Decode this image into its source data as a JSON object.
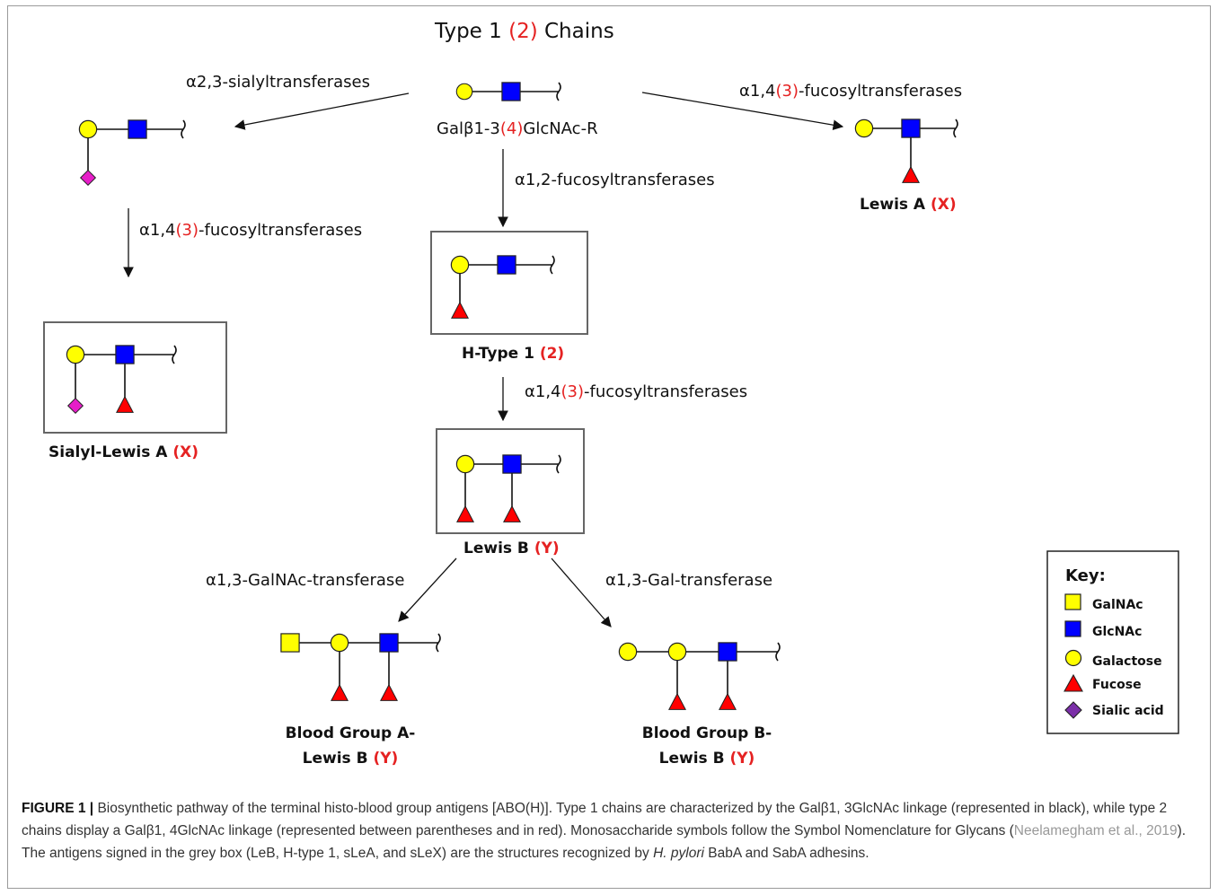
{
  "title": {
    "pre": "Type 1 ",
    "red": "(2)",
    "post": " Chains"
  },
  "source": {
    "pre": "Galβ1-3",
    "red": "(4)",
    "post": "GlcNAc-R"
  },
  "enzymes": {
    "sialyl": "α2,3-sialyltransferases",
    "fuc14_top": {
      "pre": "α1,4",
      "red": "(3)",
      "post": "-fucosyltransferases"
    },
    "fuc12": "α1,2-fucosyltransferases",
    "fuc14_left": {
      "pre": "α1,4",
      "red": "(3)",
      "post": "-fucosyltransferases"
    },
    "fuc14_mid": {
      "pre": "α1,4",
      "red": "(3)",
      "post": "-fucosyltransferases"
    },
    "galnac_t": "α1,3-GalNAc-transferase",
    "gal_t": "α1,3-Gal-transferase"
  },
  "labels": {
    "lewis_a": {
      "pre": "Lewis A ",
      "red": "(X)"
    },
    "h_type": {
      "pre": "H-Type 1 ",
      "red": "(2)"
    },
    "sialyl_lewis": {
      "pre": "Sialyl-Lewis A ",
      "red": "(X)"
    },
    "lewis_b": {
      "pre": "Lewis B ",
      "red": "(Y)"
    },
    "bga_line1": "Blood Group A-",
    "bga_line2": {
      "pre": "Lewis B ",
      "red": "(Y)"
    },
    "bgb_line1": "Blood Group B-",
    "bgb_line2": {
      "pre": "Lewis B ",
      "red": "(Y)"
    }
  },
  "key": {
    "title": "Key:",
    "items": [
      {
        "label": "GalNAc",
        "shape": "square",
        "color": "#ffff00"
      },
      {
        "label": "GlcNAc",
        "shape": "square",
        "color": "#0000ff"
      },
      {
        "label": "Galactose",
        "shape": "circle",
        "color": "#ffff00"
      },
      {
        "label": "Fucose",
        "shape": "triangle",
        "color": "#ff0000"
      },
      {
        "label": "Sialic acid",
        "shape": "diamond",
        "color": "#7b2fa8"
      }
    ]
  },
  "colors": {
    "galactose": "#ffff00",
    "glcnac": "#0000ff",
    "galnac": "#ffff00",
    "fucose": "#ff0000",
    "sialic_chain": "#e61ec8",
    "accent_red": "#e52222"
  },
  "caption": {
    "label": "FIGURE 1 |",
    "text1": " Biosynthetic pathway of the terminal histo-blood group antigens [ABO(H)]. Type 1 chains are characterized by the Galβ1, 3GlcNAc linkage (represented in black), while type 2 chains display a Galβ1, 4GlcNAc linkage (represented between parentheses and in red). Monosaccharide symbols follow the Symbol Nomenclature for Glycans (",
    "cite": "Neelamegham et al., 2019",
    "text2": "). The antigens signed in the grey box (LeB, H-type 1, sLeA, and sLeX) are the structures recognized by ",
    "italic": "H. pylori",
    "text3": " BabA and SabA adhesins."
  }
}
